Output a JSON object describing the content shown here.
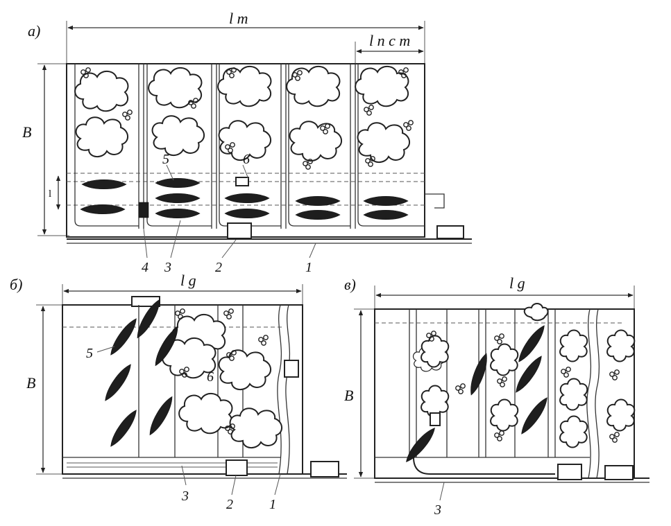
{
  "panels": {
    "a": {
      "label": "а)",
      "dim_total": "l т",
      "dim_cell": "l п с т",
      "dim_height": "B",
      "dim_level": "l",
      "callouts": [
        "4",
        "3",
        "2",
        "1",
        "5",
        "6"
      ]
    },
    "b": {
      "label": "б)",
      "dim_length": "l g",
      "dim_height": "B",
      "callouts": [
        "5",
        "3",
        "2",
        "1",
        "6"
      ]
    },
    "c": {
      "label": "в)",
      "dim_length": "l g",
      "dim_height": "B",
      "callouts": [
        "3"
      ]
    }
  }
}
